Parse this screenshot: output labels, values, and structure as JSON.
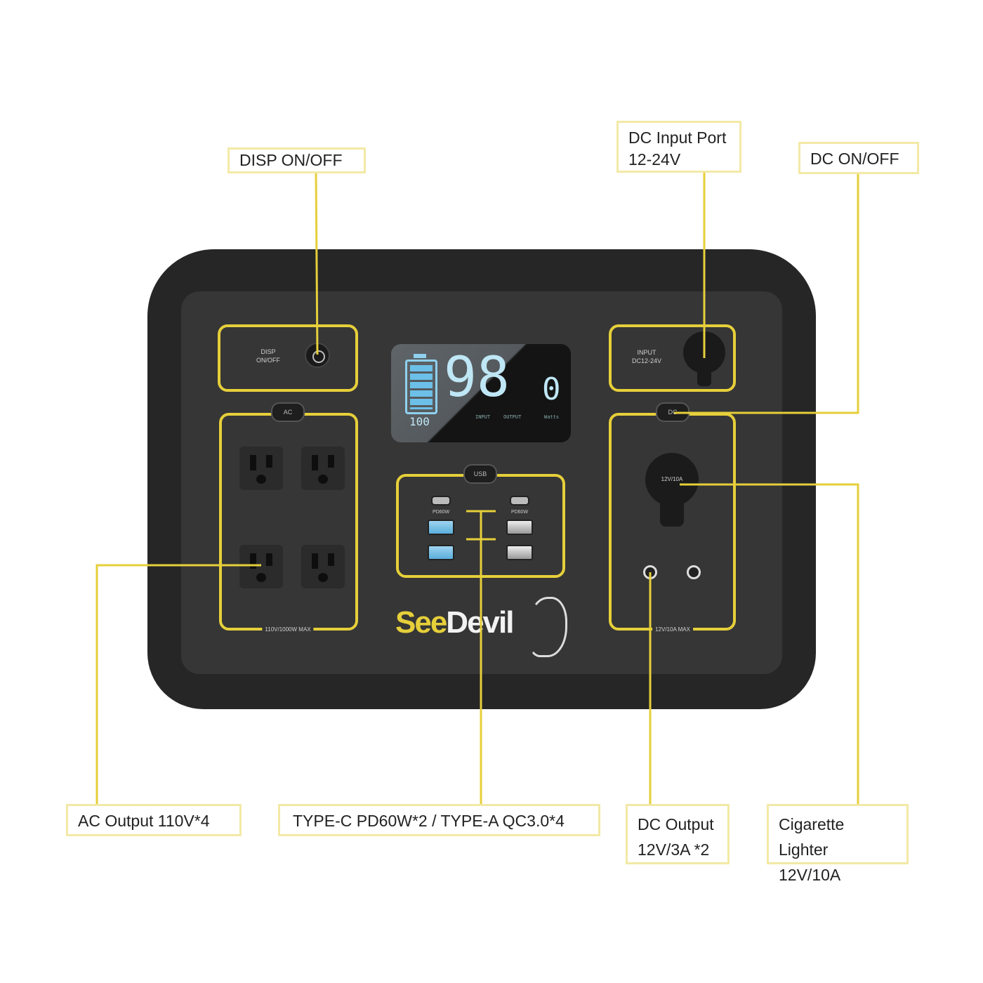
{
  "callouts": {
    "disp": "DISP ON/OFF",
    "dc_input_line1": "DC Input Port",
    "dc_input_line2": "12-24V",
    "dc_onoff": "DC ON/OFF",
    "ac_output": "AC Output 110V*4",
    "usb": "TYPE-C PD60W*2 / TYPE-A  QC3.0*4",
    "dc_output_line1": "DC Output",
    "dc_output_line2": "12V/3A *2",
    "cig_line1": "Cigarette Lighter",
    "cig_line2": "12V/10A"
  },
  "device": {
    "disp_label_1": "DISP",
    "disp_label_2": "ON/OFF",
    "ac_button": "AC",
    "ac_max": "110V/1000W MAX",
    "usb_button": "USB",
    "pd_label": "PD60W",
    "input_label_1": "INPUT",
    "input_label_2": "DC12-24V",
    "dc_button": "DC",
    "cig_socket_label": "12V/10A",
    "dc_max": "12V/10A MAX",
    "brand_part1": "See",
    "brand_part2": "Devil"
  },
  "lcd": {
    "battery_percent": "98",
    "battery_sub": "100",
    "input_label": "INPUT",
    "output_label": "OUTPUT",
    "output_watts": "0",
    "watts_label": "Watts",
    "battery_level": 1.0
  },
  "colors": {
    "accent_yellow": "#e6cf3a",
    "callout_border": "#f3e9a6",
    "lcd_digits": "#bfe6f5"
  }
}
